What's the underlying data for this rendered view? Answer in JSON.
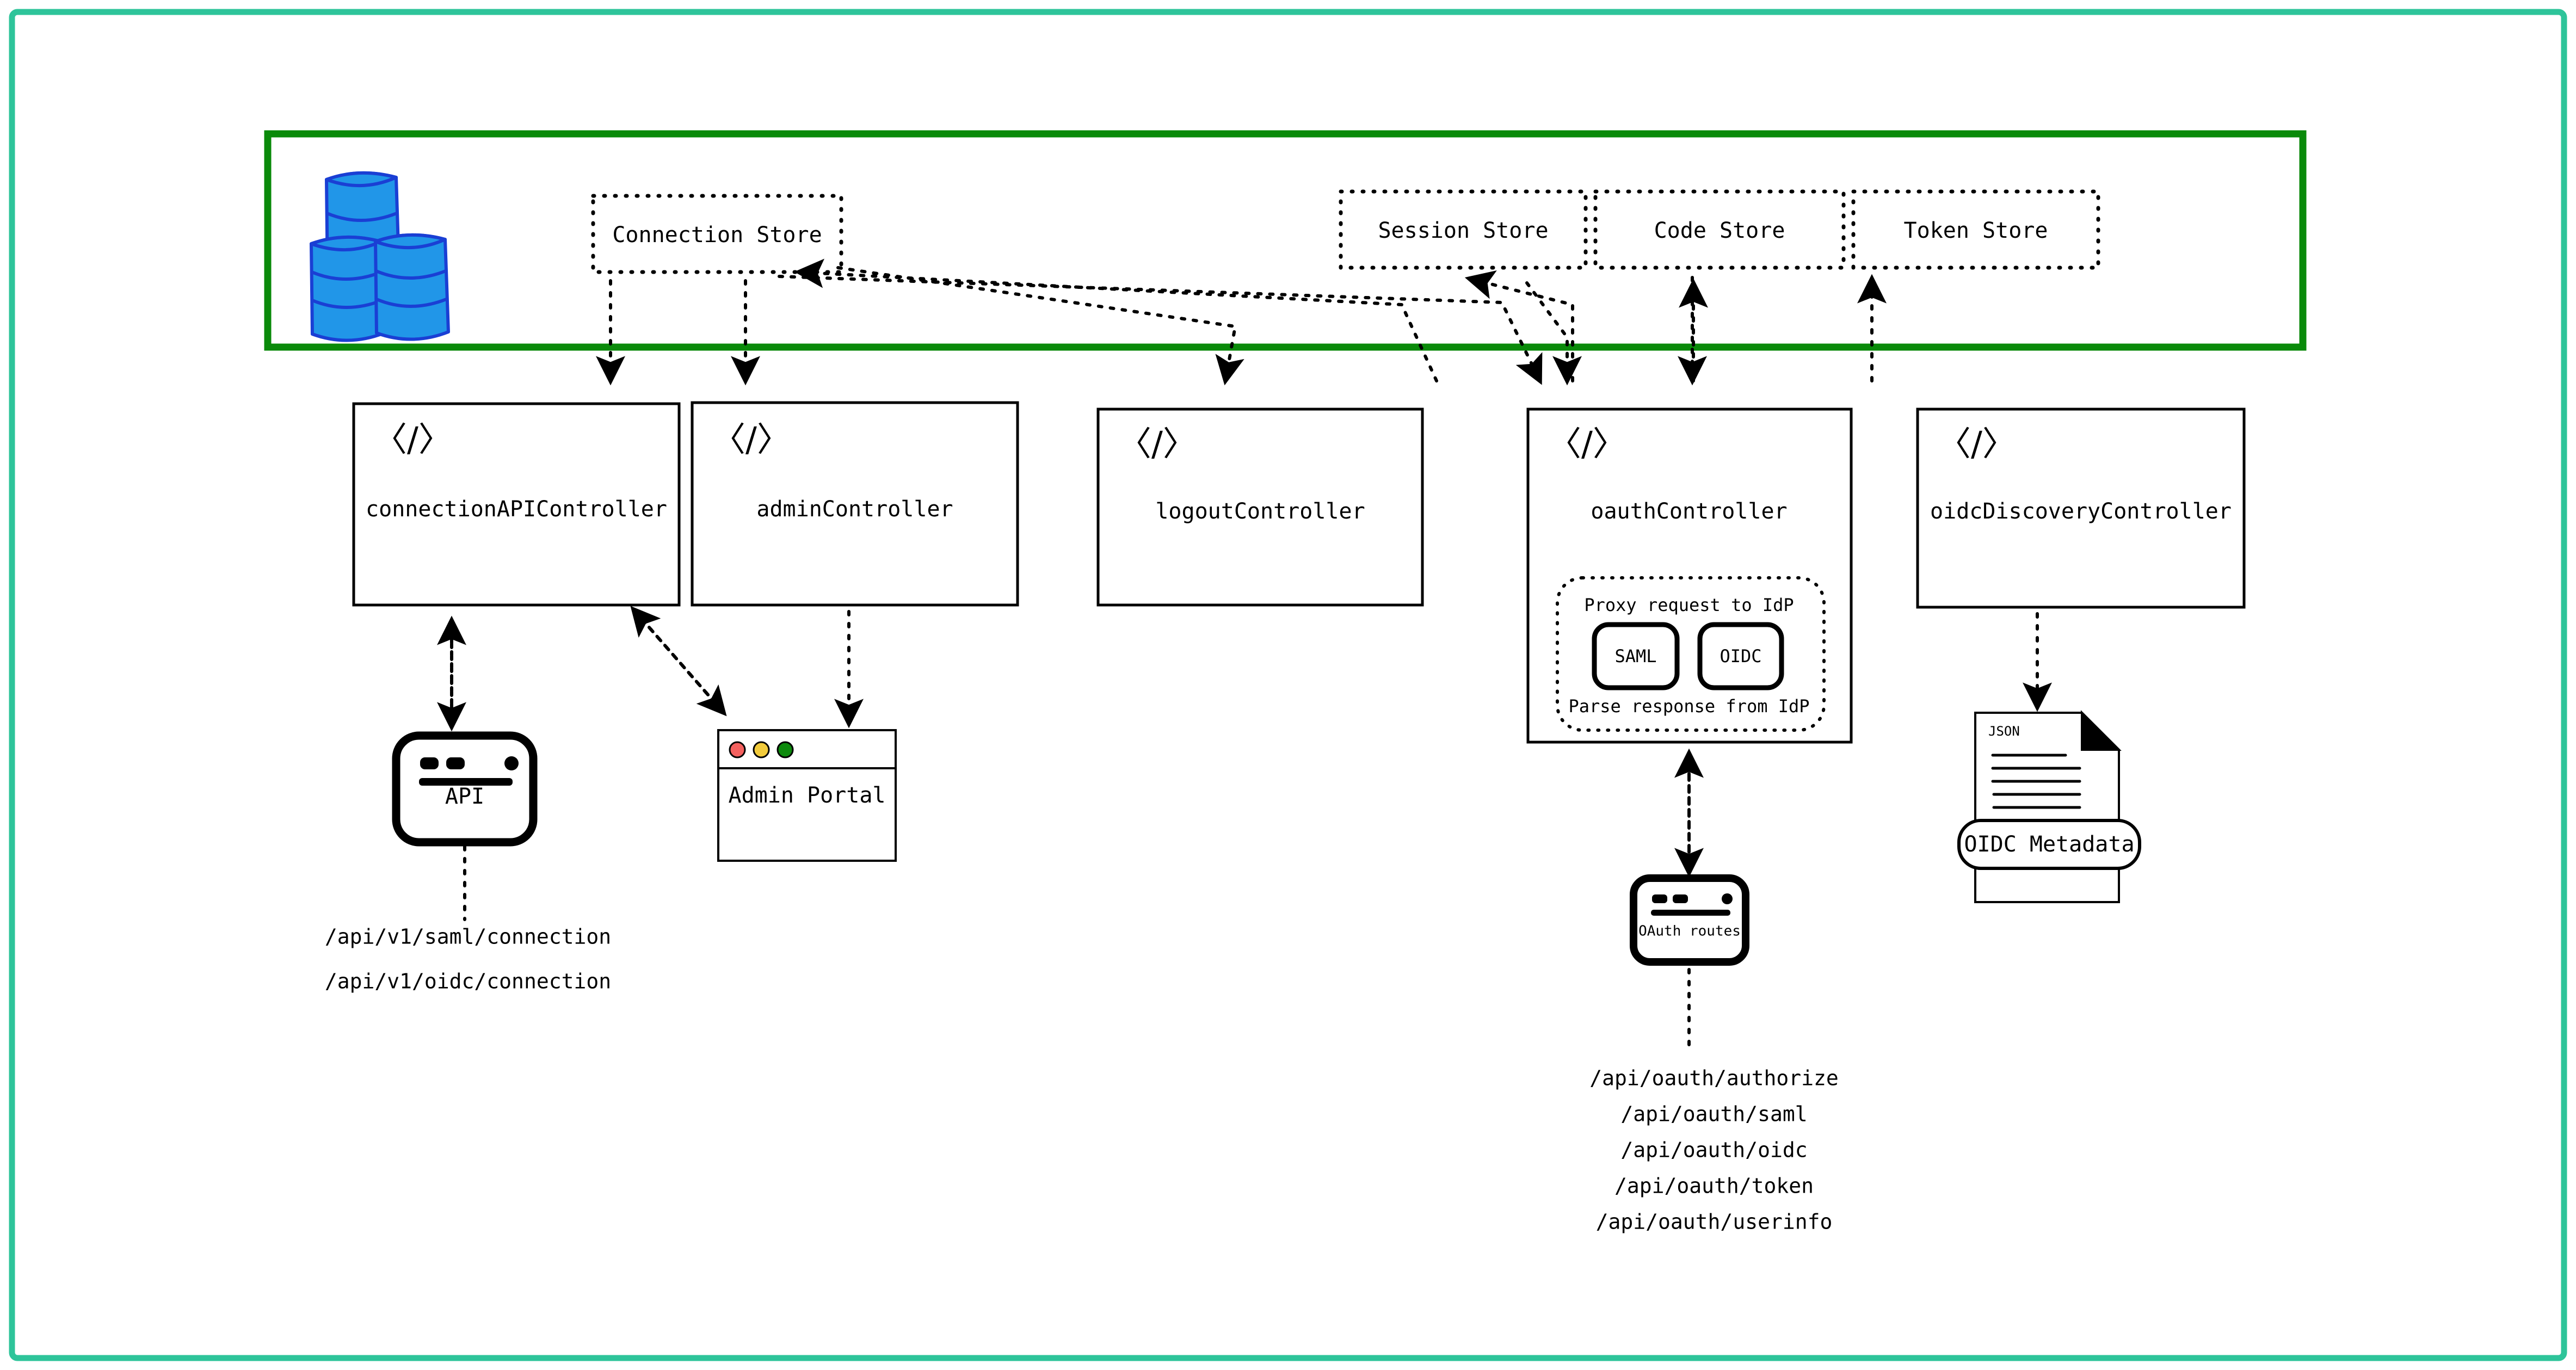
{
  "frame": {
    "outer_border_color": "#2ec49a",
    "background": "#ffffff"
  },
  "storage_group": {
    "border_color": "#0a8a0a",
    "database_icon": "database-stack-icon",
    "db_fill": "#2196e8",
    "db_stroke": "#1a3fd4",
    "stores": [
      {
        "label": "Connection Store"
      },
      {
        "label": "Session Store"
      },
      {
        "label": "Code Store"
      },
      {
        "label": "Token Store"
      }
    ]
  },
  "controllers": [
    {
      "label": "connectionAPIController",
      "icon": "code-icon"
    },
    {
      "label": "adminController",
      "icon": "code-icon"
    },
    {
      "label": "logoutController",
      "icon": "code-icon"
    },
    {
      "label": "oauthController",
      "icon": "code-icon"
    },
    {
      "label": "oidcDiscoveryController",
      "icon": "code-icon"
    }
  ],
  "oauth_proxy": {
    "top_label": "Proxy request to IdP",
    "bottom_label": "Parse response from IdP",
    "protocols": [
      {
        "label": "SAML"
      },
      {
        "label": "OIDC"
      }
    ]
  },
  "clients": {
    "api": {
      "label": "API",
      "icon": "api-window-icon"
    },
    "admin_portal": {
      "label": "Admin Portal",
      "icon": "browser-window-icon",
      "dots": {
        "red": "#f4615f",
        "yellow": "#f2cb3c",
        "green": "#0d8a0d"
      }
    },
    "oauth_routes": {
      "label": "OAuth routes",
      "icon": "window-icon"
    },
    "oidc_metadata": {
      "label": "OIDC Metadata",
      "file_tag": "JSON",
      "icon": "json-document-icon"
    }
  },
  "endpoints": {
    "connection_api": [
      "/api/v1/saml/connection",
      "/api/v1/oidc/connection"
    ],
    "oauth": [
      "/api/oauth/authorize",
      "/api/oauth/saml",
      "/api/oauth/oidc",
      "/api/oauth/token",
      "/api/oauth/userinfo"
    ]
  }
}
